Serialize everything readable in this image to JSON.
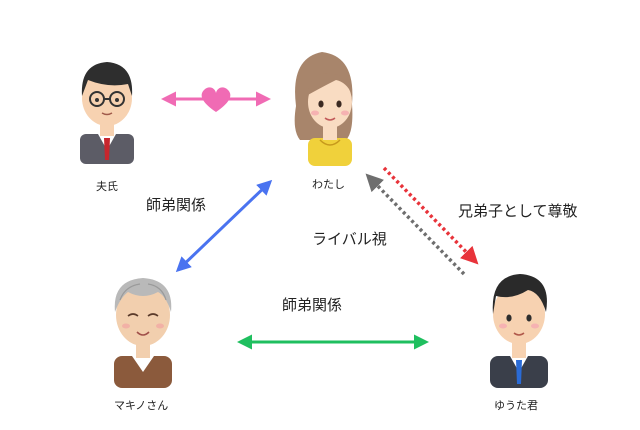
{
  "people": {
    "husband": {
      "name": "夫氏",
      "icon": "man-glasses-suit-avatar-icon"
    },
    "me": {
      "name": "わたし",
      "icon": "woman-long-hair-avatar-icon"
    },
    "makino": {
      "name": "マキノさん",
      "icon": "elderly-woman-avatar-icon"
    },
    "yuta": {
      "name": "ゆうた君",
      "icon": "young-man-suit-avatar-icon"
    }
  },
  "relations": {
    "mentor_top": "師弟関係",
    "mentor_bottom": "師弟関係",
    "respect": "兄弟子として尊敬",
    "rival": "ライバル視"
  },
  "colors": {
    "love": "#f06bb4",
    "mentor_blue": "#4a73f0",
    "mentor_green": "#1fbf5f",
    "respect_red": "#e8333a",
    "rival_gray": "#6e6e6e"
  }
}
